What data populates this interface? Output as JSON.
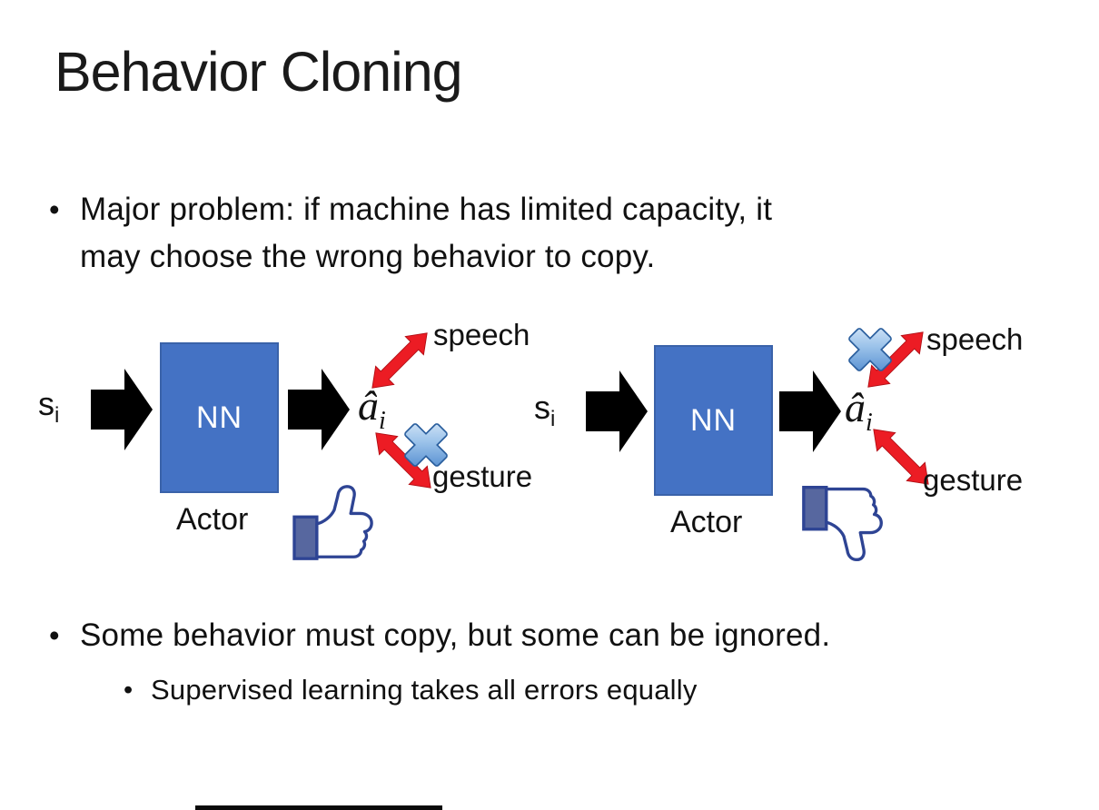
{
  "slide": {
    "title": "Behavior Cloning",
    "bullets": {
      "marker": "•",
      "b1_line1": "Major problem: if machine has limited capacity, it",
      "b1_line2": "may choose the wrong behavior to copy.",
      "b2": "Some behavior must copy, but some can be ignored.",
      "b2_sub": "Supervised learning takes all errors equally"
    }
  },
  "diagrams": [
    {
      "side": "left",
      "input": "s",
      "input_sub": "i",
      "box": "NN",
      "caption": "Actor",
      "output": "â",
      "output_sub": "i",
      "speech": "speech",
      "gesture": "gesture",
      "crossed_out": "gesture",
      "feedback_icon": "thumbs-up"
    },
    {
      "side": "right",
      "input": "s",
      "input_sub": "i",
      "box": "NN",
      "caption": "Actor",
      "output": "â",
      "output_sub": "i",
      "speech": "speech",
      "gesture": "gesture",
      "crossed_out": "speech",
      "feedback_icon": "thumbs-down"
    }
  ],
  "colors": {
    "background": "#FFFFFF",
    "text": "#111111",
    "nn_box_fill": "#4472C4",
    "nn_box_border": "#3A62A9",
    "black_arrow": "#000000",
    "red_arrow": "#EC1C24",
    "cross_blue_light": "#E8F2FC",
    "cross_blue_mid": "#9CC3EA",
    "cross_blue_dark": "#3E7DC8",
    "thumb_outline": "#2E4494",
    "thumb_cuff": "#57679F",
    "thumb_fill": "#FFFFFF"
  }
}
